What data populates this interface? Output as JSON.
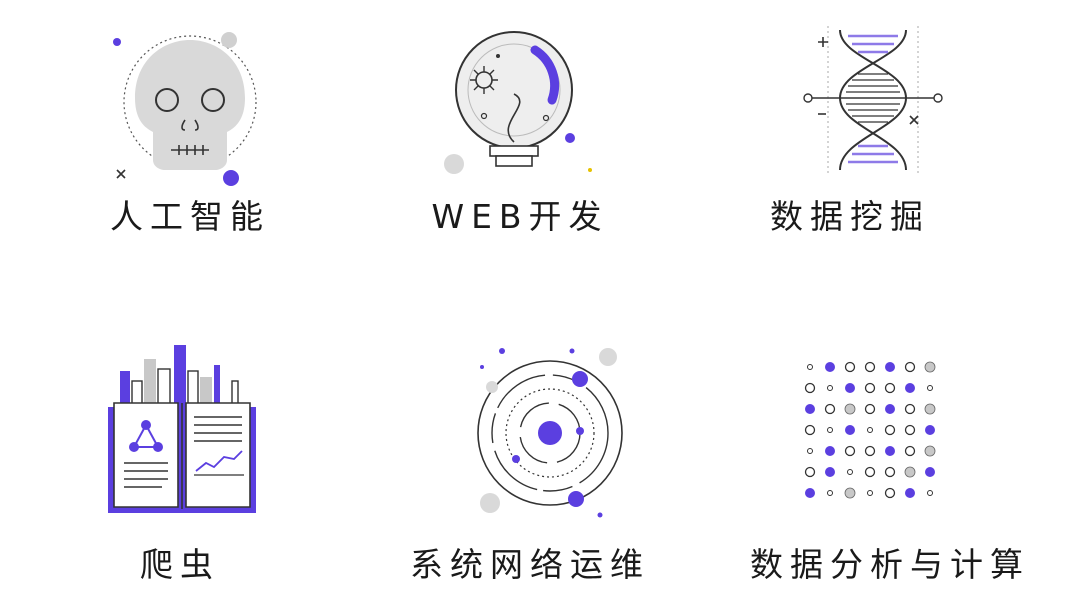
{
  "categories": [
    {
      "id": "ai",
      "label": "人工智能",
      "icon": "skull-icon"
    },
    {
      "id": "web",
      "label": "WEB开发",
      "icon": "crystal-ball-icon"
    },
    {
      "id": "mining",
      "label": "数据挖掘",
      "icon": "dna-helix-icon"
    },
    {
      "id": "crawler",
      "label": "爬虫",
      "icon": "open-book-icon"
    },
    {
      "id": "ops",
      "label": "系统网络运维",
      "icon": "orbit-icon"
    },
    {
      "id": "analysis",
      "label": "数据分析与计算",
      "icon": "dot-grid-icon"
    }
  ],
  "colors": {
    "accent": "#5b3fe0",
    "gray": "#c8c8c8",
    "line": "#2a2a2a",
    "text": "#1a1a1a"
  }
}
